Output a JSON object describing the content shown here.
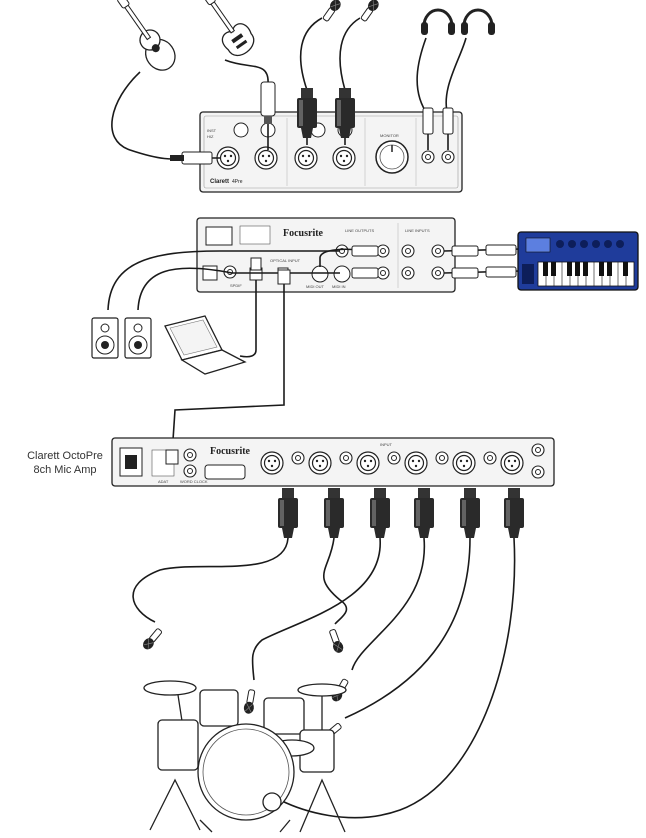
{
  "unit_top": {
    "model_label": "Clarett",
    "model_suffix": "4Pre",
    "knob_labels": [
      "MONITOR"
    ],
    "top_labels": [
      "INST",
      "HIZ"
    ]
  },
  "unit_middle": {
    "brand": "Focusrite",
    "labels": [
      "LINE OUTPUTS",
      "LINE INPUTS",
      "OPTICAL INPUT",
      "SPDIF",
      "MIDI OUT",
      "MIDI IN"
    ]
  },
  "unit_bottom": {
    "brand": "Focusrite",
    "section_label": "INPUT",
    "labels": [
      "ADAT",
      "WORD CLOCK"
    ]
  },
  "octopre_label": {
    "line1": "Clarett OctoPre",
    "line2": "8ch Mic Amp"
  },
  "colors": {
    "line": "#1a1a1a",
    "panel": "#f4f4f4",
    "keyboard": "#1f3c9b"
  },
  "icons": [
    "acoustic-guitar-icon",
    "electric-guitar-icon",
    "microphone-icon",
    "headphones-icon",
    "studio-monitor-icon",
    "laptop-icon",
    "synth-keyboard-icon",
    "xlr-connector-icon",
    "drum-kit-icon"
  ]
}
